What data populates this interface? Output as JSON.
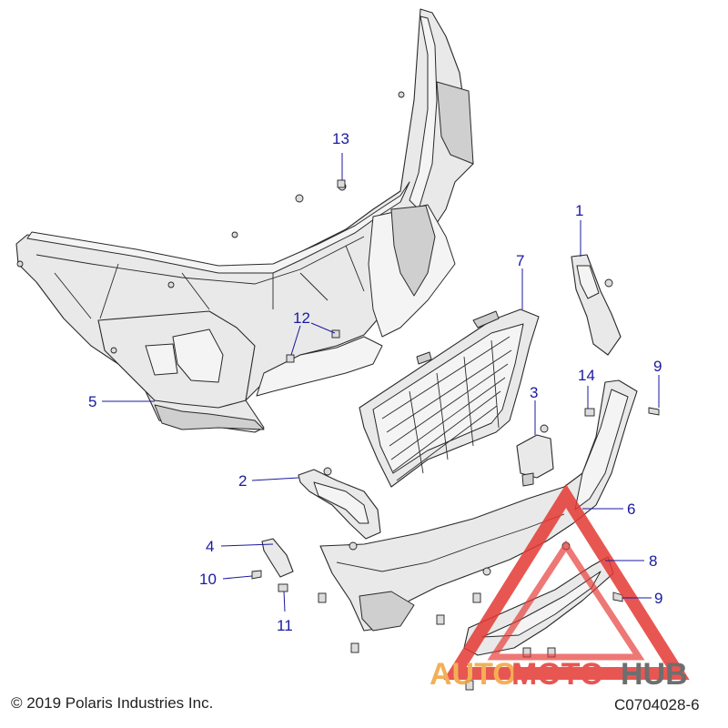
{
  "callouts": [
    {
      "label": "1"
    },
    {
      "label": "2"
    },
    {
      "label": "3"
    },
    {
      "label": "4"
    },
    {
      "label": "5"
    },
    {
      "label": "6"
    },
    {
      "label": "7"
    },
    {
      "label": "8"
    },
    {
      "label": "9"
    },
    {
      "label": "9"
    },
    {
      "label": "10"
    },
    {
      "label": "11"
    },
    {
      "label": "12"
    },
    {
      "label": "13"
    },
    {
      "label": "14"
    }
  ],
  "footer": {
    "copyright": "© 2019 Polaris Industries Inc.",
    "drawing_number": "C0704028-6"
  },
  "watermark": {
    "part1": "AUTO",
    "part2": "MOTO",
    "part3": "HUB",
    "colors": {
      "red": "#e53935",
      "orange": "#f2a23a",
      "gray": "#555555"
    }
  },
  "colors": {
    "callout": "#1a1aa0",
    "outline": "#2a2a2a",
    "fill": "#e9e9e9"
  }
}
